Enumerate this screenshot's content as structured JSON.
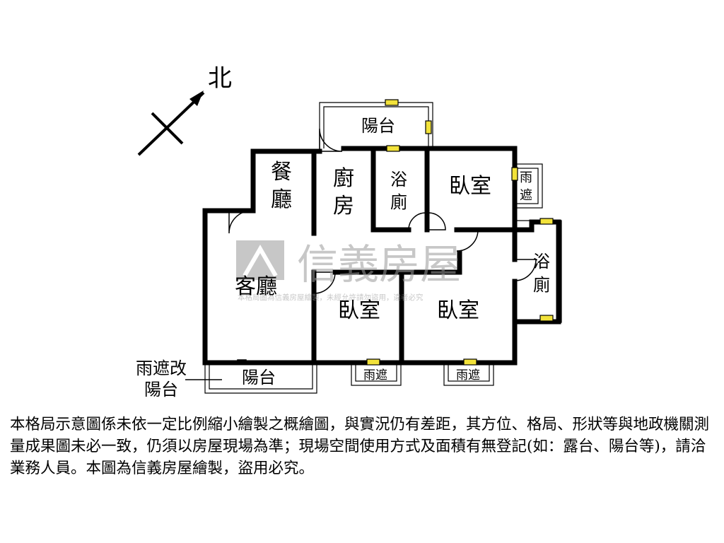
{
  "compass": {
    "north_label": "北"
  },
  "rooms": {
    "dining": [
      "餐",
      "廳"
    ],
    "kitchen": [
      "廚",
      "房"
    ],
    "bath_north": [
      "浴",
      "廁"
    ],
    "bedroom_ne": "臥室",
    "rain_cover_east": [
      "雨",
      "遮"
    ],
    "bath_east": [
      "浴",
      "廁"
    ],
    "living": "客廳",
    "bedroom_center": "臥室",
    "bedroom_se": "臥室",
    "balcony_north": "陽台",
    "balcony_south": "陽台",
    "rain_cover_south_1": "雨遮",
    "rain_cover_south_2": "雨遮",
    "converted_note": [
      "雨遮改",
      "陽台"
    ]
  },
  "watermark": {
    "brand": "信義房屋",
    "notice": "本格局圖為信義房屋繪製，未經允許請勿盜用，違者必究"
  },
  "disclaimer": "本格局示意圖係未依一定比例縮小繪製之概繪圖，與實況仍有差距，其方位、格局、形狀等與地政機關測量成果圖未必一致，仍須以房屋現場為準；現場空間使用方式及面積有無登記(如：露台、陽台等)，請洽業務人員。本圖為信義房屋繪製，盜用必究。",
  "colors": {
    "wall": "#000000",
    "window": "#f2e23a",
    "watermark": "#9a9a9a"
  }
}
